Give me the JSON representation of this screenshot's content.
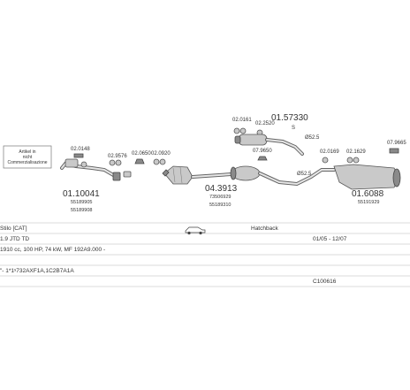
{
  "parts": {
    "front_pipe": {
      "number": "01.10041",
      "oem": [
        "55189905",
        "55189908"
      ]
    },
    "centre_silencer": {
      "number": "04.3913",
      "oem": [
        "73506929",
        "55189310"
      ]
    },
    "rear_top_silencer": {
      "number": "01.57330",
      "suffix": "S"
    },
    "rear_silencer": {
      "number": "01.6088",
      "oem": [
        "55191929"
      ]
    },
    "clamps": [
      "02.0148",
      "02.9576",
      "02.0650",
      "02.0920",
      "02.0161",
      "02.2520",
      "07.9650",
      "02.0169",
      "02.1629",
      "07.9665"
    ],
    "note_box": [
      "Artikel in",
      "nicht",
      "Commerzialisazione"
    ],
    "diameters": [
      "Ø52.5",
      "Ø52.5"
    ]
  },
  "info_rows": [
    {
      "model": "Stilo [CAT]",
      "body": "Hatchback"
    },
    {
      "engine": "1.9 JTD TD",
      "dates": "01/05 - 12/07"
    },
    {
      "spec": "1910 cc, 100 HP, 74 kW, MF 192A9.000 -"
    },
    {
      "code": "\"- 1*1ˢ732AXF1A,1C2B7A1A"
    },
    {
      "ref": "C100616"
    }
  ],
  "icons": {
    "car": "car-icon"
  }
}
